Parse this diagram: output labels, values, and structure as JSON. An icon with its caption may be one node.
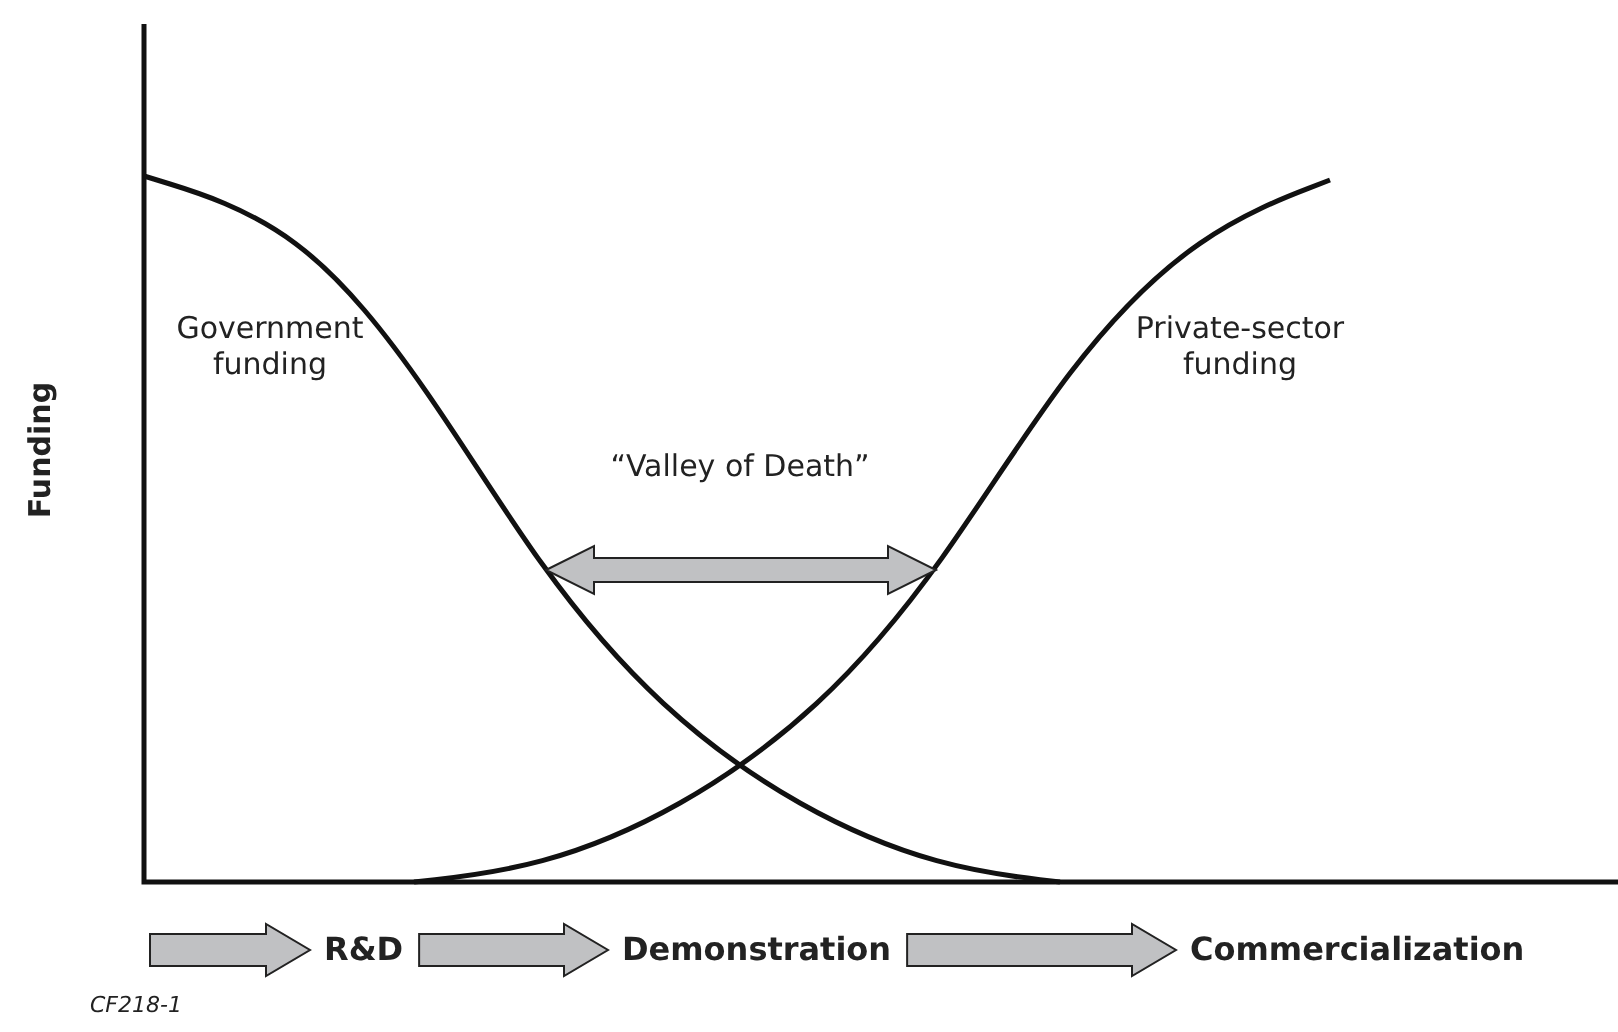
{
  "diagram": {
    "nodes": [
      {
        "text": [
          "R&D"
        ]
      },
      {
        "text": [
          "Demonstration"
        ]
      },
      {
        "text": [
          "Commercialization"
        ]
      }
    ],
    "edges": [
      {
        "from": null,
        "to": 0,
        "arrow": "to"
      },
      {
        "from": 0,
        "to": 1,
        "arrow": "to"
      },
      {
        "from": 1,
        "to": 2,
        "arrow": "to"
      }
    ],
    "labels": [
      "Funding",
      "Government funding",
      "“Valley of Death”",
      "Private-sector funding",
      "CF218-1"
    ]
  }
}
